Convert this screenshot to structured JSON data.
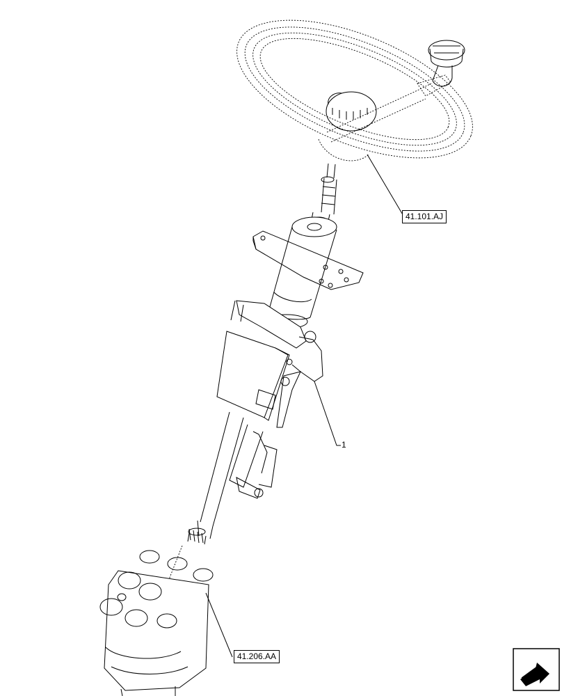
{
  "references": [
    {
      "id": "wheel",
      "label": "41.101.AJ"
    },
    {
      "id": "orbitrol",
      "label": "41.206.AA"
    }
  ],
  "callouts": [
    {
      "id": "column",
      "label": "1"
    }
  ],
  "nav_icon": "next-page-arrow-icon"
}
